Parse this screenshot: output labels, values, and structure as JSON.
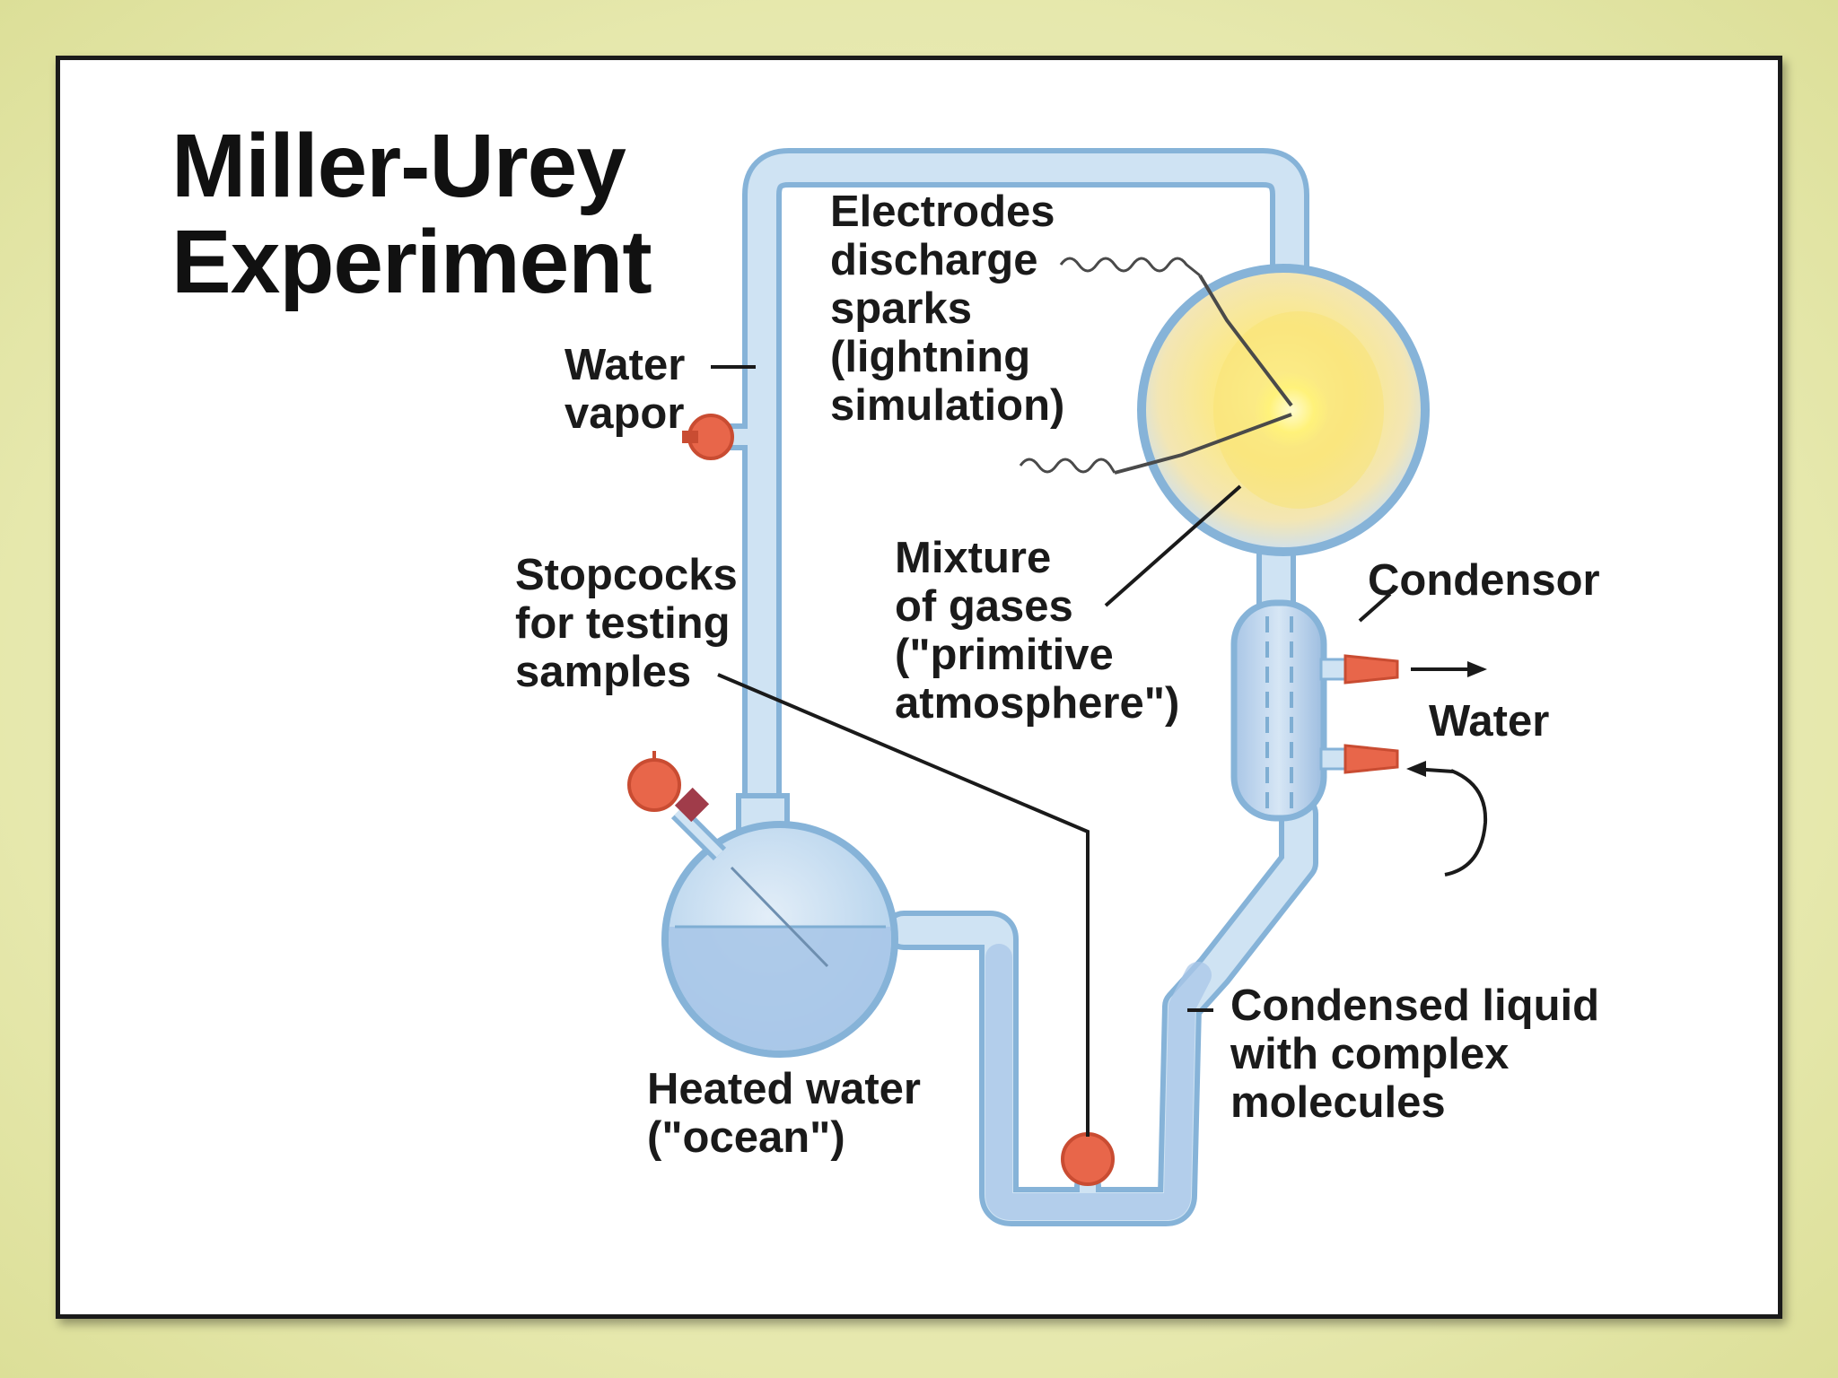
{
  "title": {
    "lines": [
      "Miller-Urey",
      "Experiment"
    ]
  },
  "labels": {
    "water_vapor": [
      "Water",
      "vapor"
    ],
    "electrodes": [
      "Electrodes",
      "discharge",
      "sparks",
      "(lightning",
      "simulation)"
    ],
    "stopcocks": [
      "Stopcocks",
      "for testing",
      "samples"
    ],
    "mixture": [
      "Mixture",
      "of gases",
      "(\"primitive",
      "atmosphere\")"
    ],
    "condensor": [
      "Condensor"
    ],
    "water": [
      "Water"
    ],
    "condensed": [
      "Condensed liquid",
      "with complex",
      "molecules"
    ],
    "heated_water": [
      "Heated water",
      "(\"ocean\")"
    ]
  },
  "colors": {
    "glass": "#bcd9ef",
    "glass_edge": "#7faed3",
    "liquid": "#a9c7e8",
    "gas_glow": "#fbe98a",
    "spark": "#fff27a",
    "stopcock": "#e8664a",
    "leader": "#1a1a1a"
  }
}
